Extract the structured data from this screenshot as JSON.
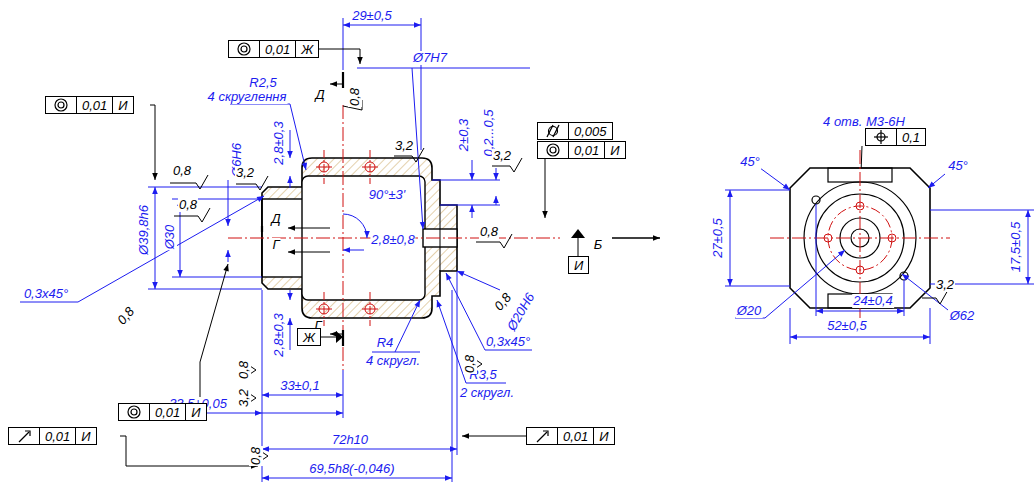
{
  "diagram": {
    "nodes": [
      {
        "text": [
          "0,01",
          "Ж"
        ]
      },
      {
        "text": [
          "0,01",
          "И"
        ]
      },
      {
        "text": [
          "0,005"
        ]
      },
      {
        "text": [
          "0,01",
          "И"
        ]
      },
      {
        "text": [
          "0,01",
          "И"
        ]
      },
      {
        "text": [
          "0,01",
          "И"
        ]
      },
      {
        "text": [
          "0,01",
          "И"
        ]
      },
      {
        "text": [
          "0,1"
        ]
      },
      {
        "text": [
          "И"
        ]
      },
      {
        "text": [
          "Ж"
        ]
      }
    ],
    "labels": [
      "29±0,5",
      "Ø7H7",
      "R2,5",
      "4 скруглення",
      "Д",
      "0,8",
      "2,8±0,3",
      "2±0,3",
      "0,2...0,5",
      "3,2",
      "3,2",
      "0,8",
      "Ø6H6",
      "3,2",
      "0,8",
      "Д",
      "90°±3'",
      "Г",
      "2,8±0,8",
      "0,8",
      "Ø39,8h6",
      "Ø30",
      "0,3x45°",
      "0,8",
      "R4",
      "4 скругл.",
      "Ø20H6",
      "0,8",
      "0,3x45°",
      "R3,5",
      "2 скругл.",
      "2,8±0,3",
      "Г",
      "0,8",
      "3,2",
      "0,8",
      "33±0,1",
      "33,5±0,05",
      "72h10",
      "0,8",
      "69,5h8(-0,046)",
      "Б",
      "45°",
      "4 отв. M3-6H",
      "45°",
      "27±0,5",
      "17,5±0,5",
      "3,2",
      "Ø20",
      "24±0,4",
      "Ø62",
      "52±0,5"
    ]
  }
}
